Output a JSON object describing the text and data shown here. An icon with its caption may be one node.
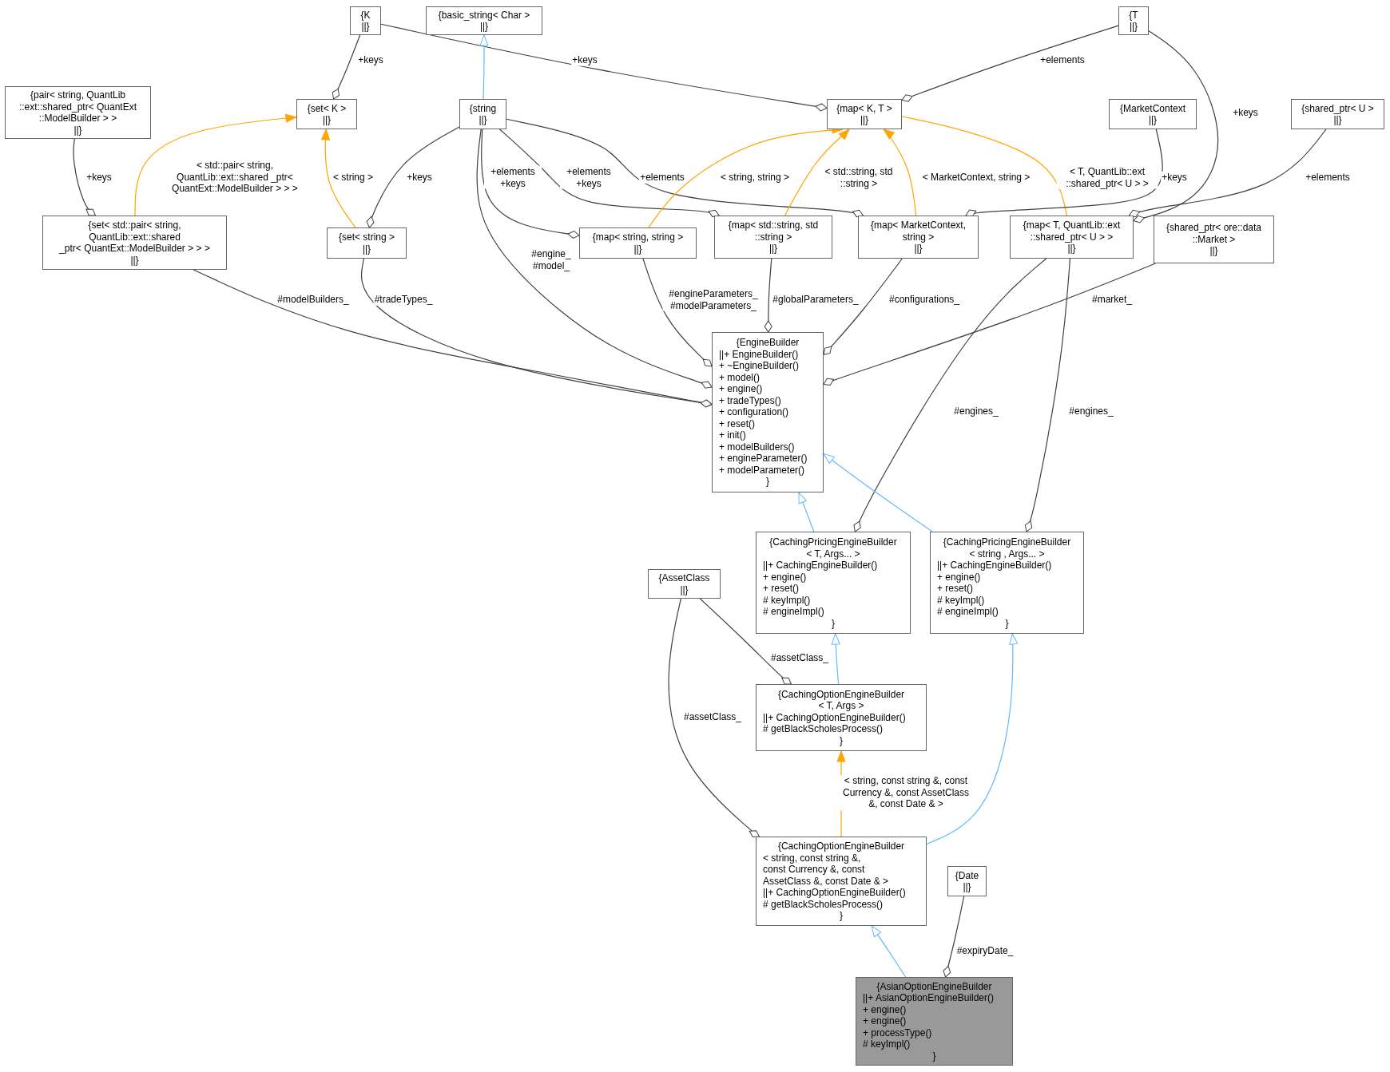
{
  "diagram": {
    "nodes": [
      {
        "text": [
          "{K",
          "||}"
        ]
      },
      {
        "text": [
          "{basic_string< Char >",
          "||}"
        ]
      },
      {
        "text": [
          "{T",
          "||}"
        ]
      },
      {
        "text": [
          "{pair< string, QuantLib",
          "::ext::shared_ptr< QuantExt",
          "::ModelBuilder > >",
          "||}"
        ]
      },
      {
        "text": [
          "{set< K >",
          "||}"
        ]
      },
      {
        "text": [
          "{string",
          "||}"
        ]
      },
      {
        "text": [
          "{map< K, T >",
          "||}"
        ]
      },
      {
        "text": [
          "{MarketContext",
          "||}"
        ]
      },
      {
        "text": [
          "{shared_ptr< U >",
          "||}"
        ]
      },
      {
        "text": [
          "{set< std::pair< string,",
          "QuantLib::ext::shared",
          "_ptr< QuantExt::ModelBuilder > > >",
          "||}"
        ]
      },
      {
        "text": [
          "{set< string >",
          "||}"
        ]
      },
      {
        "text": [
          "{map< string, string >",
          "||}"
        ]
      },
      {
        "text": [
          "{map< std::string, std",
          "::string >",
          "||}"
        ]
      },
      {
        "text": [
          "{map< MarketContext,",
          "string >",
          "||}"
        ]
      },
      {
        "text": [
          "{map< T, QuantLib::ext",
          "::shared_ptr< U > >",
          "||}"
        ]
      },
      {
        "text": [
          "{shared_ptr< ore::data",
          "::Market >",
          "||}"
        ]
      },
      {
        "text": [
          "{EngineBuilder",
          "||+ EngineBuilder()",
          "+ ~EngineBuilder()",
          "+ model()",
          "+ engine()",
          "+ tradeTypes()",
          "+ configuration()",
          "+ reset()",
          "+ init()",
          "+ modelBuilders()",
          "+ engineParameter()",
          "+ modelParameter()",
          "}"
        ]
      },
      {
        "text": [
          "{CachingPricingEngineBuilder",
          "< T, Args... >",
          "||+ CachingEngineBuilder()",
          "+ engine()",
          "+ reset()",
          "# keyImpl()",
          "# engineImpl()",
          "}"
        ]
      },
      {
        "text": [
          "{CachingPricingEngineBuilder",
          "< string , Args... >",
          "||+ CachingEngineBuilder()",
          "+ engine()",
          "+ reset()",
          "# keyImpl()",
          "# engineImpl()",
          "}"
        ]
      },
      {
        "text": [
          "{AssetClass",
          "||}"
        ]
      },
      {
        "text": [
          "{CachingOptionEngineBuilder",
          "< T, Args >",
          "||+ CachingOptionEngineBuilder()",
          "# getBlackScholesProcess()",
          "}"
        ]
      },
      {
        "text": [
          "{CachingOptionEngineBuilder",
          "< string, const string &,",
          "const Currency &, const",
          "AssetClass &, const Date & >",
          "||+ CachingOptionEngineBuilder()",
          "# getBlackScholesProcess()",
          "}"
        ]
      },
      {
        "text": [
          "{Date",
          "||}"
        ]
      },
      {
        "text": [
          "{AsianOptionEngineBuilder",
          "||+ AsianOptionEngineBuilder()",
          "+ engine()",
          "+ engine()",
          "+ processType()",
          "# keyImpl()",
          "}"
        ]
      }
    ],
    "edges": [
      {
        "from": 0,
        "to": 4,
        "arrow": "other",
        "label": "+keys"
      },
      {
        "from": 0,
        "to": 6,
        "arrow": "other",
        "label": "+keys"
      },
      {
        "from": 5,
        "to": 1,
        "arrow": "to",
        "color": "#63b8ff"
      },
      {
        "from": 2,
        "to": 6,
        "arrow": "other",
        "label": "+elements"
      },
      {
        "from": 2,
        "to": 14,
        "arrow": "other",
        "label": "+keys"
      },
      {
        "from": 3,
        "to": 9,
        "arrow": "other",
        "label": "+keys"
      },
      {
        "from": 9,
        "to": 4,
        "arrow": "to",
        "color": "#ffa500",
        "label": "< std::pair< string, QuantLib::ext::shared _ptr< QuantExt::ModelBuilder > > >"
      },
      {
        "from": 10,
        "to": 4,
        "arrow": "to",
        "color": "#ffa500",
        "label": "< string >"
      },
      {
        "from": 5,
        "to": 10,
        "arrow": "other",
        "label": "+keys"
      },
      {
        "from": 5,
        "to": 11,
        "arrow": "other",
        "label": "+elements +keys"
      },
      {
        "from": 5,
        "to": 12,
        "arrow": "other",
        "label": "+elements +keys"
      },
      {
        "from": 5,
        "to": 13,
        "arrow": "other",
        "label": "+elements"
      },
      {
        "from": 11,
        "to": 6,
        "arrow": "to",
        "color": "#ffa500",
        "label": "< string, string >"
      },
      {
        "from": 12,
        "to": 6,
        "arrow": "to",
        "color": "#ffa500",
        "label": "< std::string, std ::string >"
      },
      {
        "from": 13,
        "to": 6,
        "arrow": "to",
        "color": "#ffa500",
        "label": "< MarketContext, string >"
      },
      {
        "from": 14,
        "to": 6,
        "arrow": "to",
        "color": "#ffa500",
        "label": "< T, QuantLib::ext ::shared_ptr< U > >"
      },
      {
        "from": 7,
        "to": 13,
        "arrow": "other",
        "label": "+keys"
      },
      {
        "from": 8,
        "to": 14,
        "arrow": "other",
        "label": "+elements"
      },
      {
        "from": 5,
        "to": 16,
        "arrow": "other",
        "label": "#engine_ #model_"
      },
      {
        "from": 11,
        "to": 16,
        "arrow": "other",
        "label": "#engineParameters_ #modelParameters_"
      },
      {
        "from": 12,
        "to": 16,
        "arrow": "other",
        "label": "#globalParameters_"
      },
      {
        "from": 13,
        "to": 16,
        "arrow": "other",
        "label": "#configurations_"
      },
      {
        "from": 15,
        "to": 16,
        "arrow": "other",
        "label": "#market_"
      },
      {
        "from": 9,
        "to": 16,
        "arrow": "other",
        "label": "#modelBuilders_"
      },
      {
        "from": 10,
        "to": 16,
        "arrow": "other",
        "label": "#tradeTypes_"
      },
      {
        "from": 14,
        "to": 17,
        "arrow": "other",
        "label": "#engines_"
      },
      {
        "from": 14,
        "to": 18,
        "arrow": "other",
        "label": "#engines_"
      },
      {
        "from": 17,
        "to": 16,
        "arrow": "to",
        "color": "#63b8ff"
      },
      {
        "from": 18,
        "to": 16,
        "arrow": "to",
        "color": "#63b8ff"
      },
      {
        "from": 20,
        "to": 17,
        "arrow": "to",
        "color": "#63b8ff"
      },
      {
        "from": 19,
        "to": 20,
        "arrow": "other",
        "label": "#assetClass_"
      },
      {
        "from": 19,
        "to": 21,
        "arrow": "other",
        "label": "#assetClass_"
      },
      {
        "from": 21,
        "to": 20,
        "arrow": "to",
        "color": "#ffa500",
        "label": "< string, const string &, const Currency &, const AssetClass &, const Date & >"
      },
      {
        "from": 21,
        "to": 18,
        "arrow": "to",
        "color": "#63b8ff"
      },
      {
        "from": 23,
        "to": 21,
        "arrow": "to",
        "color": "#63b8ff"
      },
      {
        "from": 22,
        "to": 23,
        "arrow": "other",
        "label": "#expiryDate_"
      }
    ]
  }
}
